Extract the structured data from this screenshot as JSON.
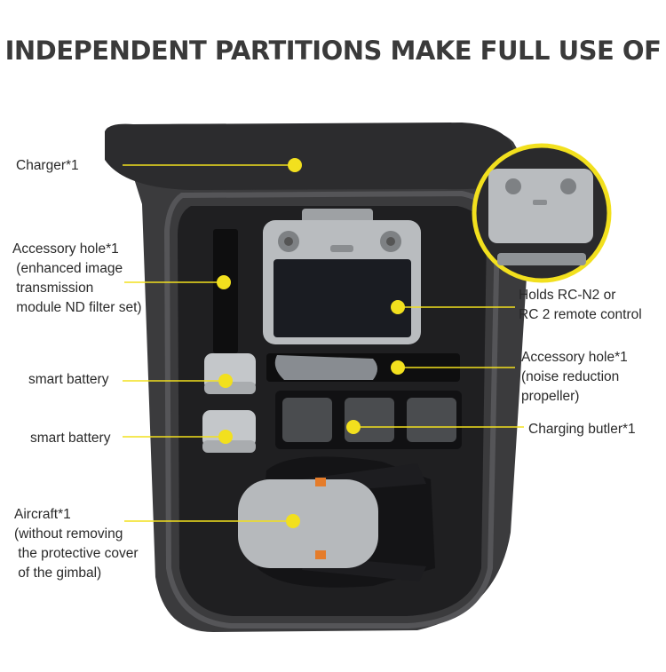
{
  "title": "INDEPENDENT PARTITIONS MAKE FULL USE OF",
  "colors": {
    "callout": "#f2e01e",
    "case_shell": "#3b3b3d",
    "foam": "#1f1f21",
    "device_grey": "#b9bcbf"
  },
  "labels": {
    "charger": "Charger*1",
    "accessory_hole_1": [
      "Accessory hole*1",
      " (enhanced image",
      " transmission",
      " module ND filter set)"
    ],
    "holds_rc": [
      "Holds RC-N2 or",
      "RC 2 remote control"
    ],
    "accessory_hole_2": [
      "Accessory hole*1",
      "(noise reduction",
      "propeller)"
    ],
    "smart_battery_1": "smart battery",
    "charging_butler": "Charging butler*1",
    "smart_battery_2": "smart battery",
    "aircraft": [
      "Aircraft*1",
      "(without removing",
      " the protective cover",
      " of the gimbal)"
    ]
  }
}
